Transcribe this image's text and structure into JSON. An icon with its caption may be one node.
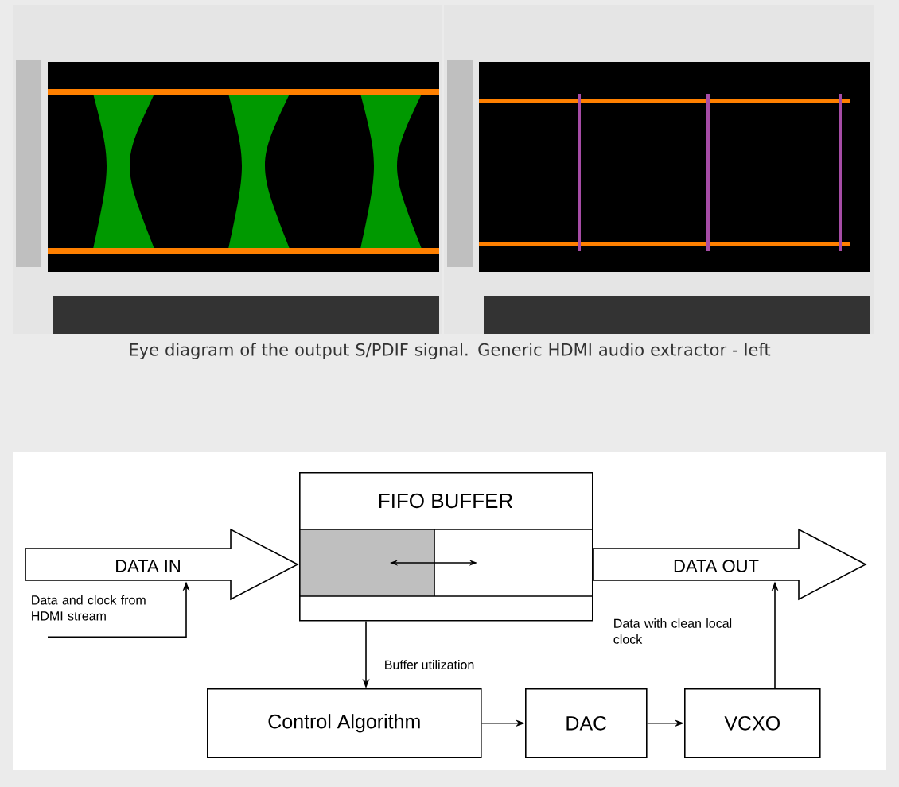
{
  "diagram": {
    "caption": "Eye diagram of the output S/PDIF signal. Generic HDMI audio extractor - left",
    "nodes": [
      {
        "text": [
          "FIFO BUFFER"
        ]
      },
      {
        "text": [
          "DATA IN"
        ]
      },
      {
        "text": [
          "DATA OUT"
        ]
      },
      {
        "text": [
          "Data and clock from HDMI stream"
        ]
      },
      {
        "text": [
          "Control Algorithm"
        ]
      },
      {
        "text": [
          "DAC"
        ]
      },
      {
        "text": [
          "VCXO"
        ]
      }
    ],
    "edges": [
      {
        "from": 3,
        "to": 1,
        "arrow": "to"
      },
      {
        "from": 0,
        "to": 4,
        "arrow": "to",
        "label": "Buffer utilization"
      },
      {
        "from": 4,
        "to": 5,
        "arrow": "to"
      },
      {
        "from": 5,
        "to": 6,
        "arrow": "to"
      },
      {
        "from": 6,
        "to": 2,
        "arrow": "to",
        "label": "Data with clean local clock"
      }
    ]
  }
}
